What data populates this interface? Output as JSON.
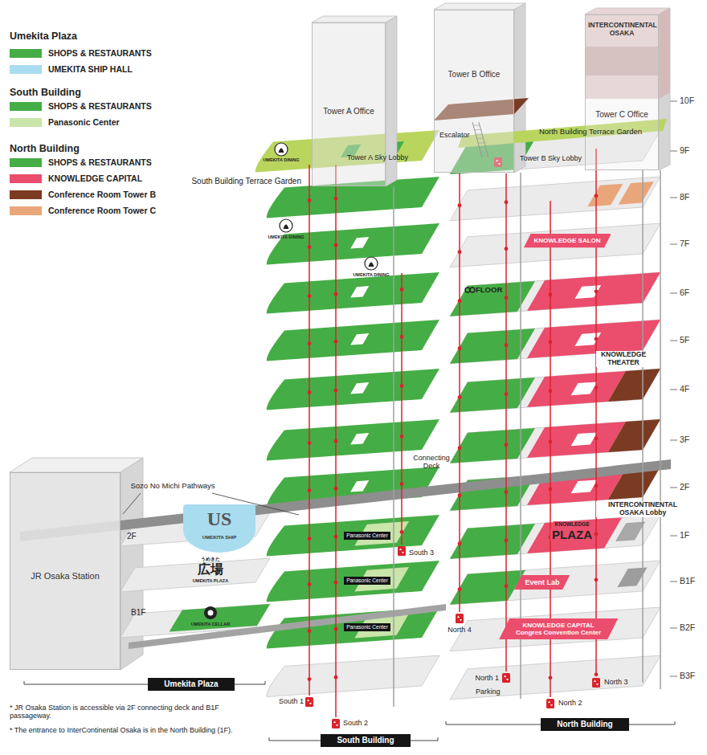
{
  "diagram": {
    "nodes": [
      {
        "text": [
          "JR Osaka Station"
        ]
      },
      {
        "text": [
          "Tower A Office"
        ]
      },
      {
        "text": [
          "Tower B Office"
        ]
      },
      {
        "text": [
          "INTERCONTINENTAL OSAKA",
          "Tower C Office"
        ]
      },
      {
        "text": [
          "US",
          "UMEKITA SHIP"
        ]
      },
      {
        "text": [
          "Panasonic Center"
        ]
      },
      {
        "text": [
          "Panasonic Center"
        ]
      },
      {
        "text": [
          "Panasonic Center"
        ]
      },
      {
        "text": [
          "KNOWLEDGE SALON"
        ]
      },
      {
        "text": [
          "Event Lab"
        ]
      },
      {
        "text": [
          "KNOWLEDGE CAPITAL Congres Convention Center"
        ]
      },
      {
        "text": [
          "Umekita Plaza"
        ]
      },
      {
        "text": [
          "South Building"
        ]
      },
      {
        "text": [
          "North Building"
        ]
      }
    ],
    "labels": [
      "Umekita Plaza",
      "South Building",
      "North Building",
      "10F",
      "9F",
      "8F",
      "7F",
      "6F",
      "5F",
      "4F",
      "3F",
      "2F",
      "1F",
      "B1F",
      "B2F",
      "B3F",
      "Tower A Sky Lobby",
      "Escalator",
      "Tower B Sky Lobby",
      "North Building Terrace Garden",
      "South Building Terrace Garden",
      "UMEKITA DINING",
      "UMEKITA DINING",
      "UMEKITA DINING",
      "FLOOR",
      "KNOWLEDGE THEATER",
      "Connecting Deck",
      "INTERCONTINENTAL OSAKA Lobby",
      "KNOWLEDGE",
      "PLAZA",
      "Sozo No Michi Pathways",
      "2F",
      "うめきた",
      "広場",
      "UMEKITA PLAZA",
      "B1F",
      "UMEKITA CELLAR",
      "South 3",
      "North 4",
      "North 1",
      "Parking",
      "North 2",
      "North 3",
      "South 1",
      "South 2",
      "* JR Osaka Station is accessible via 2F connecting deck and B1F passageway.",
      "* The entrance to InterContinental Osaka is in the North Building (1F)."
    ],
    "legend": [
      {
        "text": "SHOPS & RESTAURANTS",
        "color": "#45ad45"
      },
      {
        "text": "UMEKITA SHIP HALL",
        "color": "#a9dcef"
      },
      {
        "text": "SHOPS & RESTAURANTS",
        "color": "#45ad45"
      },
      {
        "text": "Panasonic Center",
        "color": "#c9e5a9"
      },
      {
        "text": "SHOPS & RESTAURANTS",
        "color": "#45ad45"
      },
      {
        "text": "KNOWLEDGE CAPITAL",
        "color": "#eb4d6c"
      },
      {
        "text": "Conference Room Tower B",
        "color": "#7b3b22"
      },
      {
        "text": "Conference Room Tower C",
        "color": "#e9a67b"
      }
    ]
  }
}
